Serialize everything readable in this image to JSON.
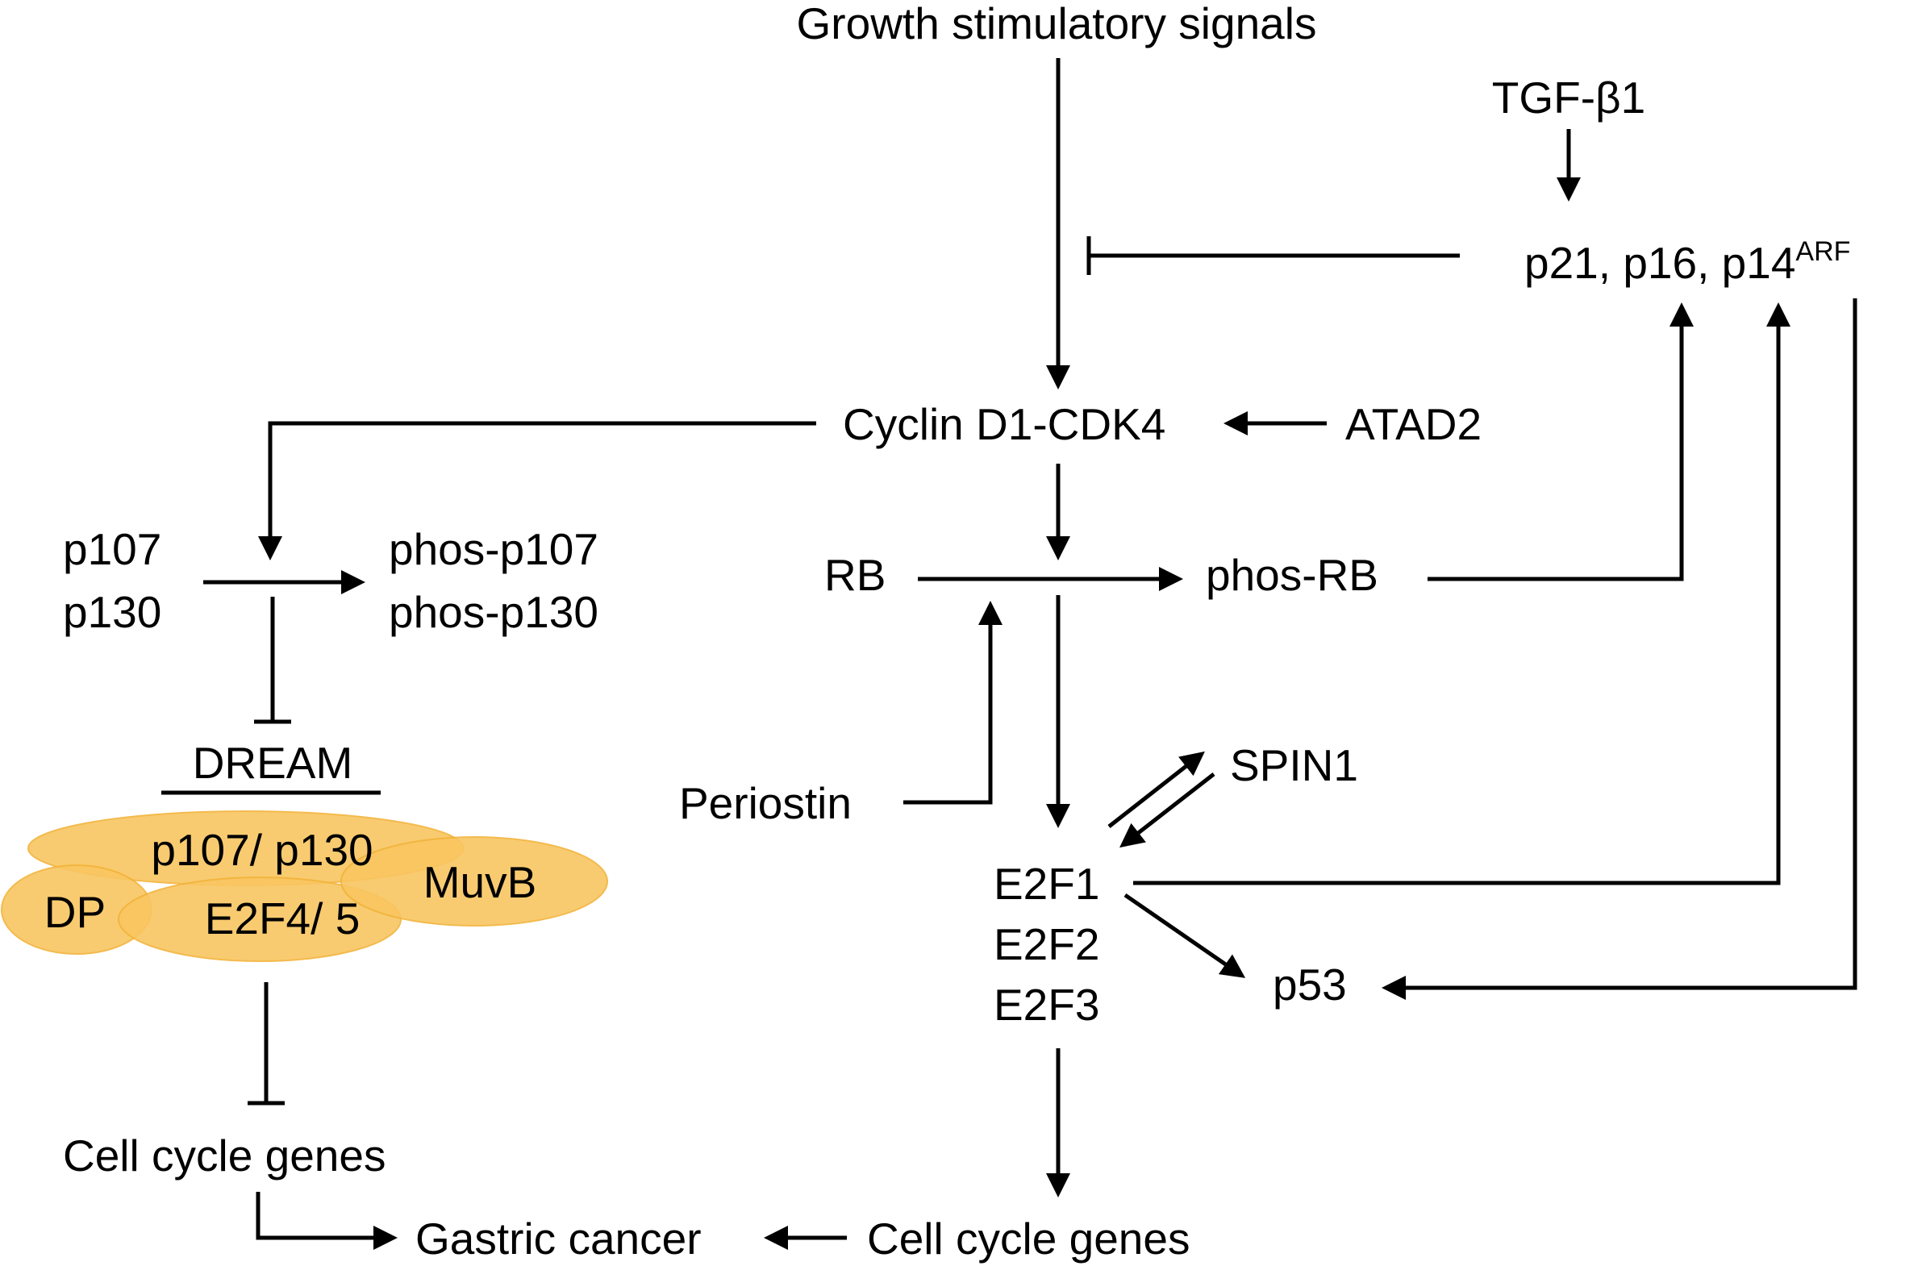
{
  "nodes": {
    "growth_signals": "Growth stimulatory signals",
    "tgf_beta1": "TGF-β1",
    "cdk_inhibitors": "p21, p16, p14",
    "cdk_inhibitors_sup": "ARF",
    "cyclin_d1_cdk4": "Cyclin D1-CDK4",
    "atad2": "ATAD2",
    "p107": "p107",
    "p130": "p130",
    "phos_p107": "phos-p107",
    "phos_p130": "phos-p130",
    "rb": "RB",
    "phos_rb": "phos-RB",
    "dream": "DREAM",
    "periostin": "Periostin",
    "spin1": "SPIN1",
    "e2f1": "E2F1",
    "e2f2": "E2F2",
    "e2f3": "E2F3",
    "p53": "p53",
    "cell_cycle_genes_left": "Cell cycle genes",
    "gastric_cancer": "Gastric cancer",
    "cell_cycle_genes_right": "Cell cycle genes"
  },
  "dream_complex": {
    "p107_p130": "p107/ p130",
    "dp": "DP",
    "e2f4_5": "E2F4/ 5",
    "muvb": "MuvB",
    "fill_color": "#f9c661",
    "border_color": "#f2b33a"
  },
  "colors": {
    "line": "#000000",
    "text": "#000000",
    "background": "#ffffff"
  }
}
